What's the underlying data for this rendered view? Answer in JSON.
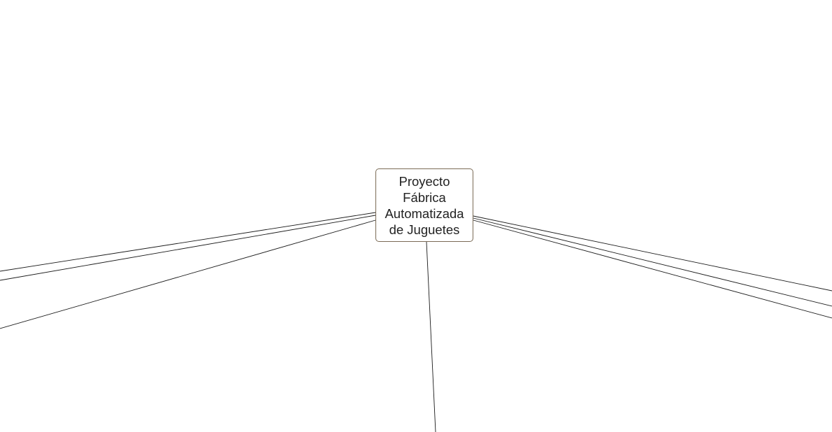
{
  "diagram": {
    "type": "mind-map",
    "root": {
      "label": "Proyecto Fábrica Automatizada de Juguetes"
    },
    "connectors": [
      {
        "from": "root",
        "to": "offscreen-left-1"
      },
      {
        "from": "root",
        "to": "offscreen-left-2"
      },
      {
        "from": "root",
        "to": "offscreen-left-3"
      },
      {
        "from": "root",
        "to": "offscreen-bottom"
      },
      {
        "from": "root",
        "to": "offscreen-right-1"
      },
      {
        "from": "root",
        "to": "offscreen-right-2"
      },
      {
        "from": "root",
        "to": "offscreen-right-3"
      }
    ],
    "colors": {
      "node_border": "#7a6a55",
      "connector": "#1a1a1a",
      "text": "#222222",
      "background": "#ffffff"
    }
  }
}
